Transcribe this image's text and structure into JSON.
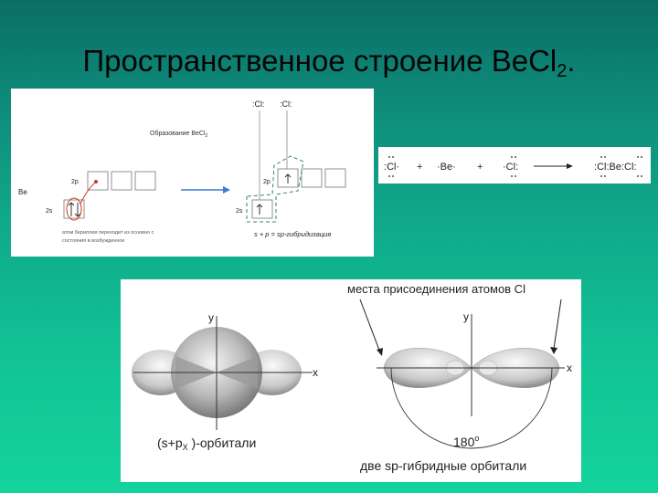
{
  "title": {
    "main": "Пространственное строение BeCl",
    "sub": "2",
    "end": "."
  },
  "diagram": {
    "caption": "Образование BeCl",
    "caption_sub": "2",
    "be_label": "Be",
    "level_2p": "2p",
    "level_2s": "2s",
    "note_line1": "атом бериллия переходит из основно с",
    "note_line2": "состояния в возбужденное",
    "cl_top": ":Cl:",
    "hybrid_formula": "s + p = sp-гибридизация"
  },
  "equation": {
    "cl_left": "Cl",
    "plus1": "+",
    "be": "Be",
    "plus2": "+",
    "cl_right": "Cl",
    "product_cl1": "Cl",
    "product_be": "Be",
    "product_cl2": "Cl"
  },
  "orbitals": {
    "axis_y": "y",
    "axis_x": "x",
    "left_label_main": "(s+p",
    "left_label_sub": "X",
    "left_label_end": " )-орбитали",
    "attach_label": "места присоединения атомов Cl",
    "angle_value": "180",
    "angle_unit": "o",
    "bottom_label": "две sp-гибридные орбитали"
  },
  "colors": {
    "gradient_top": "#0b6e66",
    "gradient_bottom": "#14d39c",
    "arrow_blue": "#3a7bd5",
    "dashed_green": "#2e8b57",
    "note_red": "#cc3b1e"
  }
}
